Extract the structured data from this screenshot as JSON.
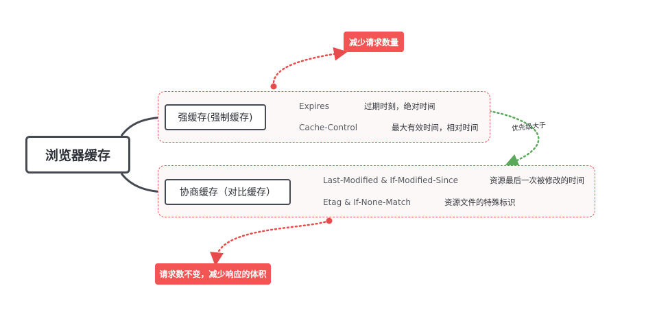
{
  "root": {
    "label": "浏览器缓存"
  },
  "strong_cache": {
    "label": "强缓存(强制缓存)",
    "items": [
      {
        "key": "Expires",
        "desc": "过期时刻，绝对时间"
      },
      {
        "key": "Cache-Control",
        "desc": "最大有效时间，相对时间"
      }
    ]
  },
  "negotiated_cache": {
    "label": "协商缓存（对比缓存）",
    "items": [
      {
        "key": "Last-Modified & If-Modified-Since",
        "desc": "资源最后一次被修改的时间"
      },
      {
        "key": "Etag & If-None-Match",
        "desc": "资源文件的特殊标识"
      }
    ]
  },
  "callouts": {
    "strong": "减少请求数量",
    "negotiated": "请求数不变，减少响应的体积"
  },
  "priority_label": "优先级大于",
  "colors": {
    "node_border": "#454a52",
    "group_border": "#ea5b5b",
    "group_fill": "#fdf8f8",
    "callout_fill": "#f35454",
    "priority_arrow": "#5aa85a",
    "leaf_line": "#6b7077"
  }
}
